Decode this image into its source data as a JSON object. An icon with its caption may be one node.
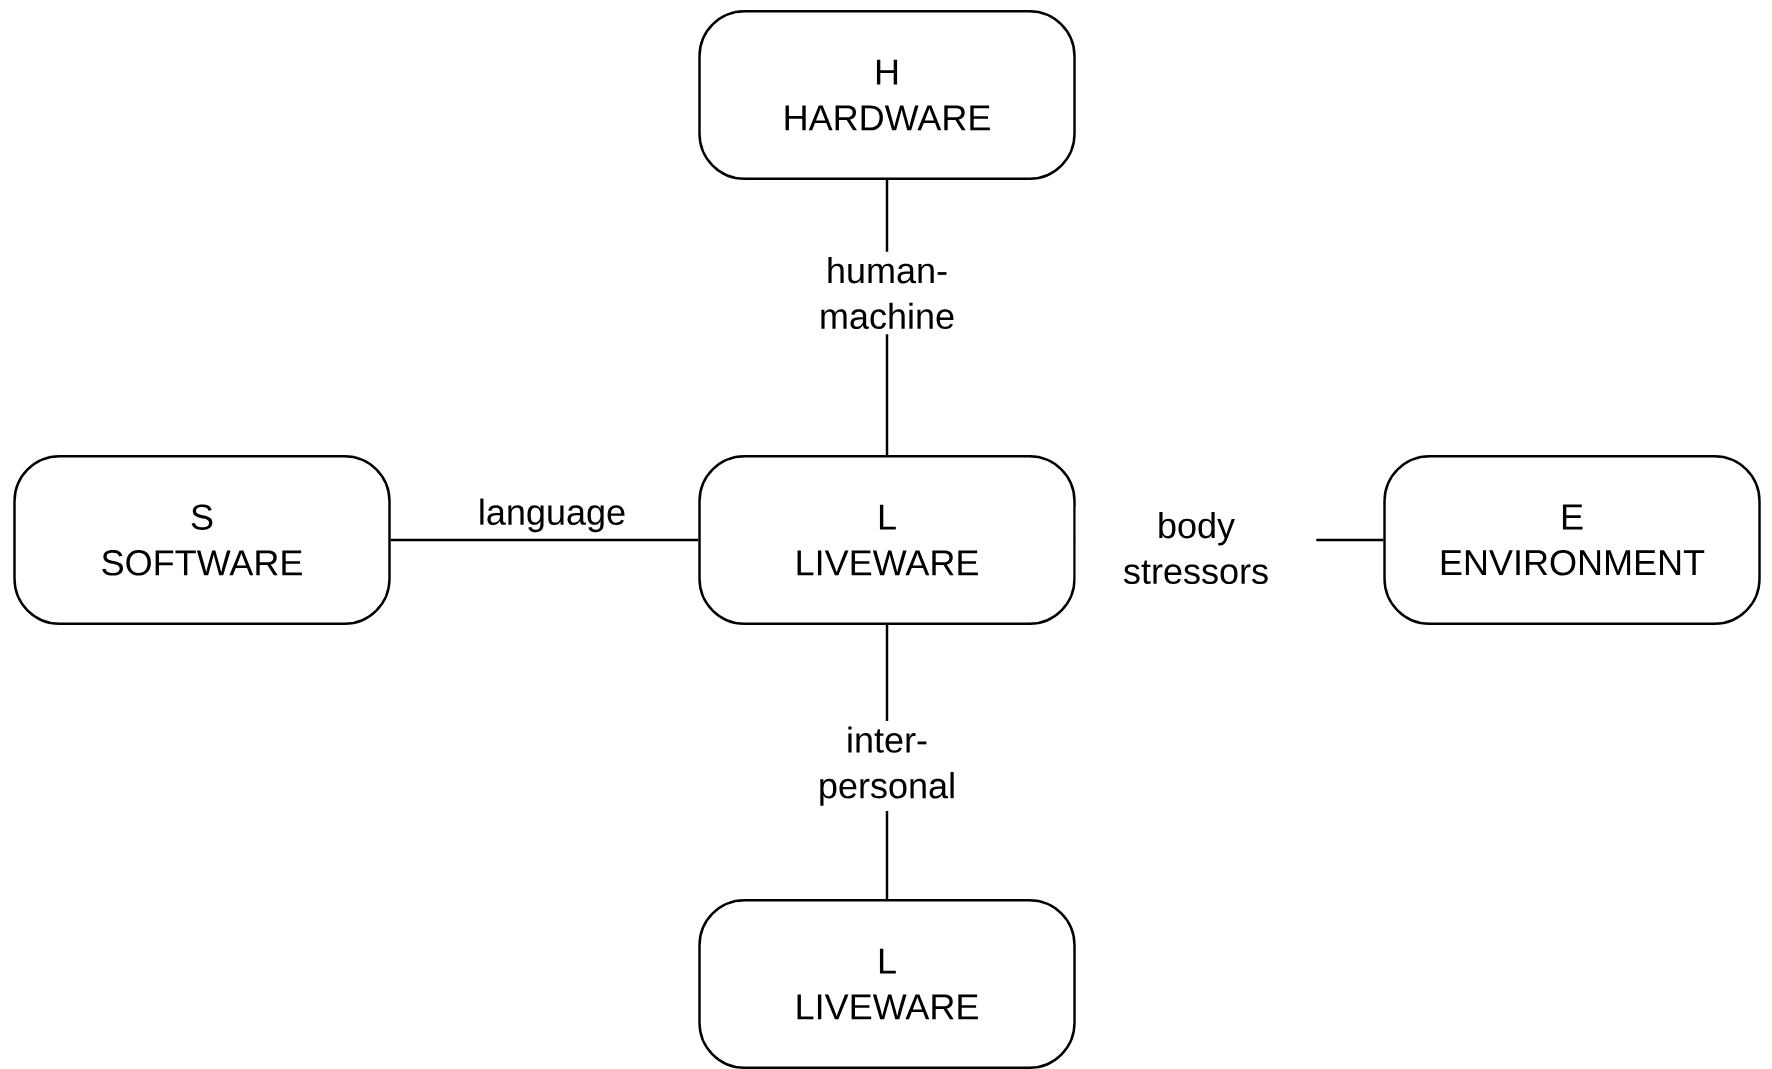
{
  "diagram": {
    "nodes": [
      {
        "text": [
          "H",
          "HARDWARE"
        ]
      },
      {
        "text": [
          "S",
          "SOFTWARE"
        ]
      },
      {
        "text": [
          "L",
          "LIVEWARE"
        ]
      },
      {
        "text": [
          "E",
          "ENVIRONMENT"
        ]
      },
      {
        "text": [
          "L",
          "LIVEWARE"
        ]
      }
    ],
    "edges": [
      {
        "from": 0,
        "to": 2,
        "arrow": "none",
        "label": "human- machine"
      },
      {
        "from": 1,
        "to": 2,
        "arrow": "none",
        "label": "language"
      },
      {
        "from": 2,
        "to": 3,
        "arrow": "none",
        "label": "body stressors"
      },
      {
        "from": 2,
        "to": 4,
        "arrow": "none",
        "label": "inter- personal"
      }
    ]
  }
}
